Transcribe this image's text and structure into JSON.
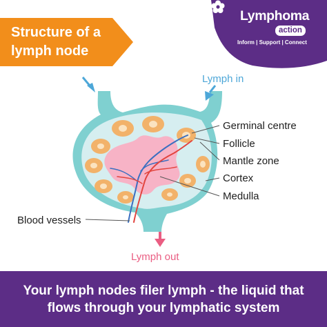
{
  "title": "Structure of a lymph node",
  "brand": {
    "name": "Lymphoma",
    "sub": "action",
    "tagline": "Inform | Support | Connect"
  },
  "labels": {
    "lymph_in": "Lymph in",
    "lymph_out": "Lymph out",
    "germinal_centre": "Germinal centre",
    "follicle": "Follicle",
    "mantle_zone": "Mantle zone",
    "cortex": "Cortex",
    "medulla": "Medulla",
    "blood_vessels": "Blood vessels"
  },
  "footer": "Your lymph nodes filer lymph - the liquid that flows through your lymphatic system",
  "colors": {
    "banner": "#f28e1b",
    "brand_purple": "#5c2d86",
    "capsule": "#7fd0d0",
    "cortex_fill": "#d6eef0",
    "follicle": "#f2b26a",
    "germinal": "#fbe3c0",
    "medulla": "#f7b3c6",
    "artery": "#e2443e",
    "vein": "#3b6fc0",
    "lymph_in_arrow": "#4da7d8",
    "lymph_out_arrow": "#ea5d82"
  }
}
